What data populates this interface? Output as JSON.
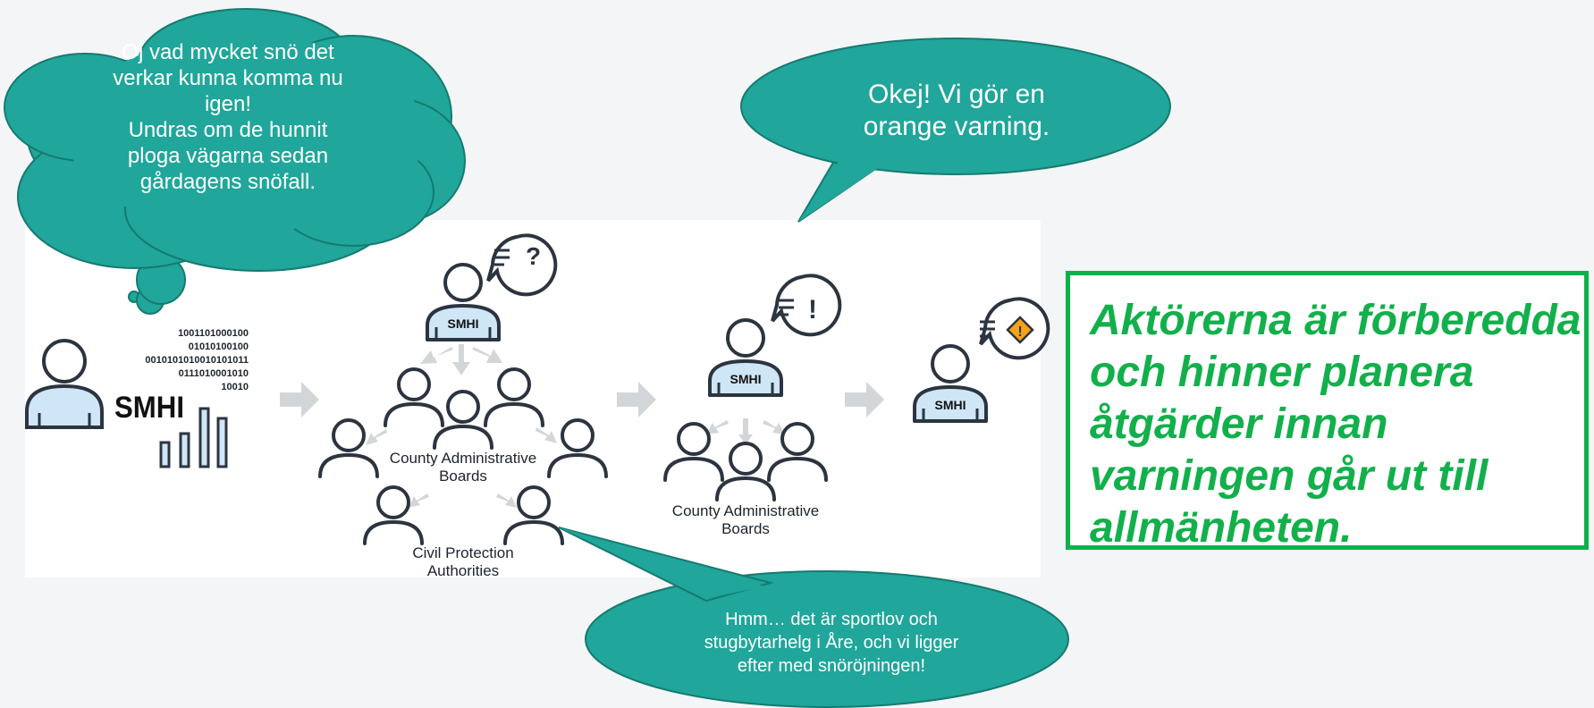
{
  "cloud_bubble": {
    "text": "Oj vad mycket snö det\nverkar kunna komma nu\nigen!\nUndras om de hunnit\nploga vägarna sedan\ngårdagens snöfall."
  },
  "oval_bubble_top": {
    "text": "Okej! Vi gör en\norange varning."
  },
  "oval_bubble_bottom": {
    "text": "Hmm… det är sportlov och\nstugbytarhelg i Åre, och vi ligger\nefter med snöröjningen!"
  },
  "callout": {
    "text": "Aktörerna är förberedda\noch hinner planera\nåtgärder innan\nvarningen går ut till\nallmänheten."
  },
  "diagram": {
    "binary_lines": [
      "1001101000100",
      "01010100100",
      "0010101010010101011",
      "0111010001010",
      "10010"
    ],
    "smhi_logo": "SMHI",
    "shirt_label": "SMHI",
    "group1_label": [
      "County Administrative",
      "Boards"
    ],
    "group1_sub_label": [
      "Civil Protection",
      "Authorities"
    ],
    "group2_label": [
      "County Administrative",
      "Boards"
    ],
    "icons": [
      "person-icon",
      "question-speech-icon",
      "exclamation-speech-icon",
      "warning-speech-icon",
      "arrow-right-icon",
      "bar-chart-icon"
    ]
  },
  "colors": {
    "teal": "#20a69a",
    "green": "#0db14b",
    "dark": "#2c3440",
    "light_blue": "#cfe6f7",
    "arrow_gray": "#d3d6d8"
  }
}
